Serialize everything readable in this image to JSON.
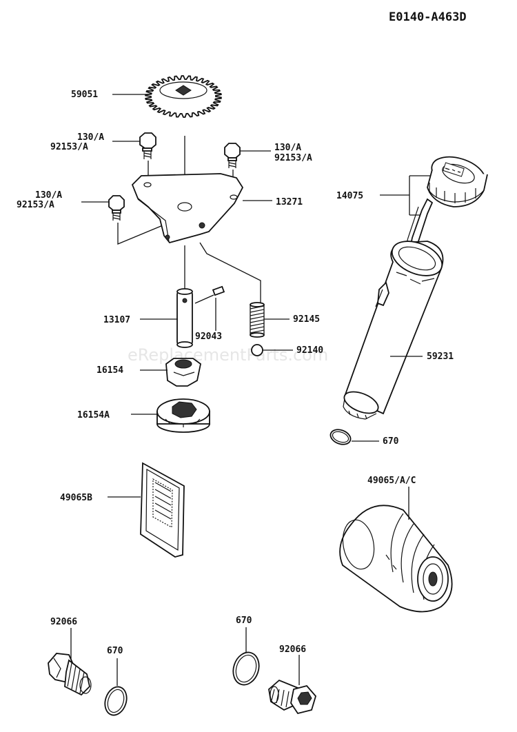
{
  "diagram": {
    "code": "E0140-A463D",
    "watermark": "eReplacementParts.com",
    "labels": {
      "p59051": "59051",
      "p130a_1": "130/A",
      "p92153a_1": "92153/A",
      "p130a_2": "130/A",
      "p92153a_2": "92153/A",
      "p130a_3": "130/A",
      "p92153a_3": "92153/A",
      "p13271": "13271",
      "p14075": "14075",
      "p13107": "13107",
      "p92043": "92043",
      "p92145": "92145",
      "p92140": "92140",
      "p59231": "59231",
      "p16154": "16154",
      "p16154a": "16154A",
      "p670_1": "670",
      "p49065b": "49065B",
      "p49065": "49065/A/C",
      "p92066_1": "92066",
      "p670_2": "670",
      "p670_3": "670",
      "p92066_2": "92066"
    }
  }
}
